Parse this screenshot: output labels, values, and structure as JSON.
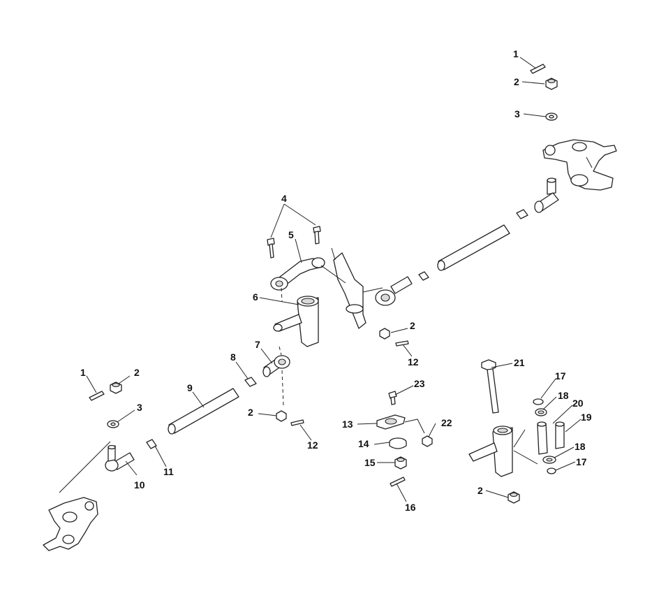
{
  "diagram": {
    "callouts": {
      "c1_top": "1",
      "c2_top": "2",
      "c3_top": "3",
      "c4": "4",
      "c5": "5",
      "c6": "6",
      "c7": "7",
      "c8": "8",
      "c9": "9",
      "c1_left": "1",
      "c2_left": "2",
      "c3_left": "3",
      "c10": "10",
      "c11": "11",
      "c2_mid": "2",
      "c12_mid": "12",
      "c2_low": "2",
      "c12_low": "12",
      "c23": "23",
      "c13": "13",
      "c22": "22",
      "c14": "14",
      "c15": "15",
      "c16": "16",
      "c21": "21",
      "c17_top": "17",
      "c18_top": "18",
      "c20": "20",
      "c19": "19",
      "c18_low": "18",
      "c17_low": "17",
      "c2_right": "2"
    }
  }
}
